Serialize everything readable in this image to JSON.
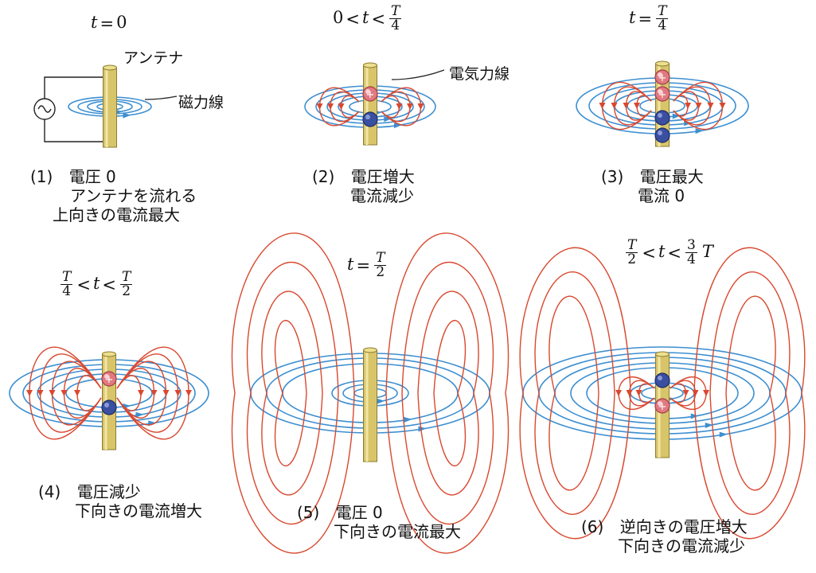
{
  "colors": {
    "field_line": "#d9482f",
    "magnetic_line": "#3d8fd1",
    "antenna": "#d8c56a",
    "positive": "#e07a80",
    "negative": "#3a4fa0"
  },
  "panels": [
    {
      "time": {
        "lhs": "t",
        "rel": "=",
        "value": "0"
      },
      "labels": {
        "antenna": "アンテナ",
        "magnetic": "磁力線"
      },
      "caption": {
        "number": "(1)",
        "lines": [
          "電圧 0",
          "アンテナを流れる",
          "上向きの電流最大"
        ]
      }
    },
    {
      "time": {
        "low": "0",
        "rel1": "<",
        "var": "t",
        "rel2": "<",
        "num": "T",
        "den": "4"
      },
      "labels": {
        "electric": "電気力線"
      },
      "caption": {
        "number": "(2)",
        "lines": [
          "電圧増大",
          "電流減少"
        ]
      }
    },
    {
      "time": {
        "lhs": "t",
        "rel": "=",
        "num": "T",
        "den": "4"
      },
      "caption": {
        "number": "(3)",
        "lines": [
          "電圧最大",
          "電流 0"
        ]
      }
    },
    {
      "time": {
        "num1": "T",
        "den1": "4",
        "rel1": "<",
        "var": "t",
        "rel2": "<",
        "num2": "T",
        "den2": "2"
      },
      "caption": {
        "number": "(4)",
        "lines": [
          "電圧減少",
          "下向きの電流増大"
        ]
      }
    },
    {
      "time": {
        "lhs": "t",
        "rel": "=",
        "num": "T",
        "den": "2"
      },
      "caption": {
        "number": "(5)",
        "lines": [
          "電圧 0",
          "下向きの電流最大"
        ]
      }
    },
    {
      "time": {
        "num1": "T",
        "den1": "2",
        "rel1": "<",
        "var": "t",
        "rel2": "<",
        "num2": "3",
        "den2": "4",
        "tail": "T"
      },
      "caption": {
        "number": "(6)",
        "lines": [
          "逆向きの電圧増大",
          "下向きの電流減少"
        ]
      }
    }
  ]
}
